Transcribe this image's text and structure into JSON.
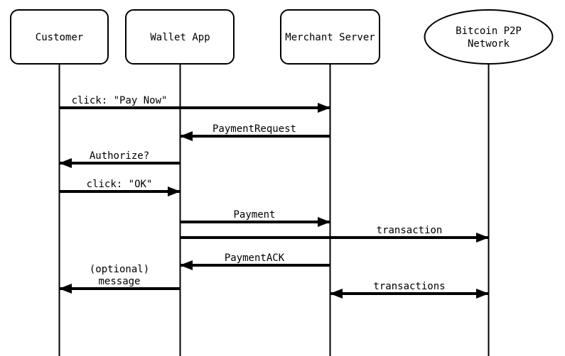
{
  "diagram": {
    "type": "sequence-diagram",
    "subject": "Bitcoin payment protocol flow",
    "colors": {
      "line": "#000000",
      "background": "#ffffff",
      "shape_fill": "#ffffff",
      "text": "#000000"
    },
    "actors": [
      {
        "name": "Customer",
        "shape": "rounded-rect"
      },
      {
        "name": "Wallet App",
        "shape": "rounded-rect"
      },
      {
        "name": "Merchant Server",
        "shape": "rounded-rect"
      },
      {
        "name": "Bitcoin P2P Network",
        "shape": "ellipse",
        "label_lines": [
          "Bitcoin P2P",
          "Network"
        ]
      }
    ],
    "messages": [
      {
        "label": "click: \"Pay Now\"",
        "from": "Customer",
        "to": "Merchant Server",
        "arrow": "right"
      },
      {
        "label": "PaymentRequest",
        "from": "Merchant Server",
        "to": "Wallet App",
        "arrow": "left"
      },
      {
        "label": "Authorize?",
        "from": "Wallet App",
        "to": "Customer",
        "arrow": "left"
      },
      {
        "label": "click: \"OK\"",
        "from": "Customer",
        "to": "Wallet App",
        "arrow": "right"
      },
      {
        "label": "Payment",
        "from": "Wallet App",
        "to": "Merchant Server",
        "arrow": "right"
      },
      {
        "label": "transaction",
        "from": "Wallet App",
        "to": "Bitcoin P2P Network",
        "arrow": "right"
      },
      {
        "label": "PaymentACK",
        "from": "Merchant Server",
        "to": "Wallet App",
        "arrow": "left"
      },
      {
        "label": "(optional) message",
        "label_lines": [
          "(optional)",
          "message"
        ],
        "from": "Wallet App",
        "to": "Customer",
        "arrow": "left"
      },
      {
        "label": "transactions",
        "from": "Merchant Server",
        "to": "Bitcoin P2P Network",
        "arrow": "both"
      }
    ]
  }
}
